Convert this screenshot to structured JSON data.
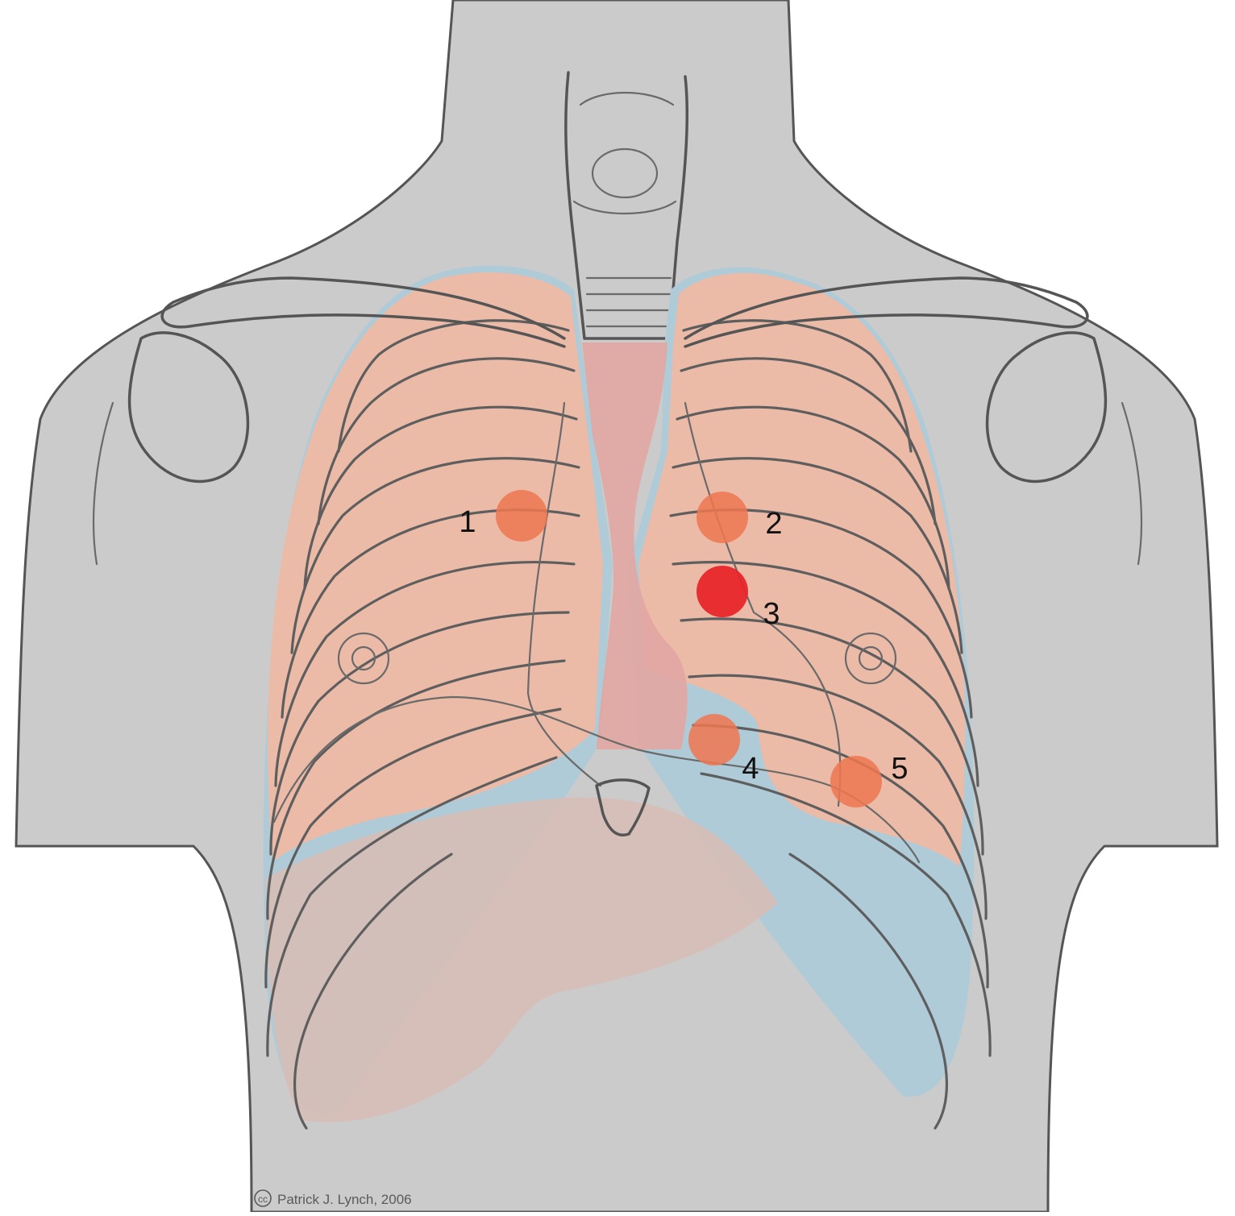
{
  "colors": {
    "background": "#ffffff",
    "body": "#cbcbcb",
    "lung": "#ecbba8",
    "pleura": "#aecbd7",
    "heart": "#e2a6a2",
    "liver": "#d8bdb5",
    "marker_light": "#ee7750",
    "marker_strong": "#e8262a"
  },
  "markers": [
    {
      "label": "1",
      "emphasis": "light"
    },
    {
      "label": "2",
      "emphasis": "light"
    },
    {
      "label": "3",
      "emphasis": "strong"
    },
    {
      "label": "4",
      "emphasis": "light"
    },
    {
      "label": "5",
      "emphasis": "light"
    }
  ],
  "credit": {
    "icon": "cc-icon",
    "icon_text": "cc",
    "text": "Patrick J. Lynch, 2006"
  }
}
